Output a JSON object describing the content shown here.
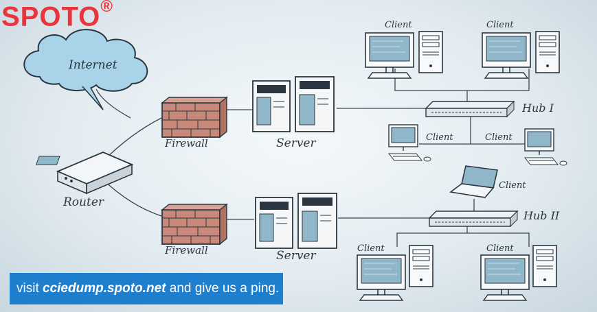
{
  "brand": {
    "name": "SPOTO",
    "mark": "®",
    "color": "#e8343a"
  },
  "labels": {
    "internet": "Internet",
    "router": "Router",
    "firewall_top": "Firewall",
    "firewall_bottom": "Firewall",
    "server_top": "Server",
    "server_bottom": "Server",
    "hub_top": "Hub I",
    "hub_bottom": "Hub II",
    "client": "Client"
  },
  "banner": {
    "prefix": "visit ",
    "site": "cciedump.spoto.net",
    "suffix": " and give us a ping.",
    "color": "#1f7fcf"
  }
}
